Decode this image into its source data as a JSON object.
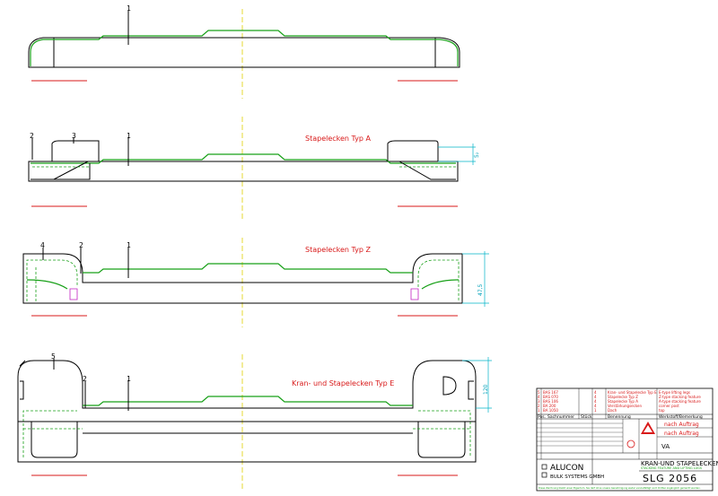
{
  "views": [
    {
      "title": "",
      "part_labels": [
        "1"
      ]
    },
    {
      "title": "Stapelecken Typ A",
      "part_labels": [
        "2",
        "3",
        "1"
      ],
      "dim": "5₂"
    },
    {
      "title": "Stapelecken Typ Z",
      "part_labels": [
        "4",
        "2",
        "1"
      ],
      "dim": "47,5"
    },
    {
      "title": "Kran- und Stapelecken Typ E",
      "part_labels": [
        "5",
        "2",
        "1"
      ],
      "dim": "120"
    }
  ],
  "title_block": {
    "rows": [
      {
        "no": "5",
        "code": "BAS 167",
        "qty": "4",
        "desc": "Kran- und Stapelecke Typ E",
        "note": "E-type lifting legs"
      },
      {
        "no": "4",
        "code": "BAS 070",
        "qty": "4",
        "desc": "Stapelecke Typ Z",
        "note": "Z-type stacking feature"
      },
      {
        "no": "3",
        "code": "BAS 106",
        "qty": "4",
        "desc": "Stapelecke Typ A",
        "note": "A-type stacking feature"
      },
      {
        "no": "2",
        "code": "BA 200",
        "qty": "4",
        "desc": "Verstärkungsecken",
        "note": "corner post"
      },
      {
        "no": "1",
        "code": "BA 1050",
        "qty": "1",
        "desc": "Dach",
        "note": "top"
      }
    ],
    "header": {
      "pos": "Pos.",
      "code": "Sachnummer",
      "qty": "Stück",
      "desc": "Benennung",
      "note": "Werkstoff/Bemerkung"
    },
    "material_1": "nach Auftrag",
    "material_2": "nach Auftrag",
    "scale": "VA",
    "company_line1": "ALUCON",
    "company_line2": "BULK SYSTEMS GMBH",
    "drawing_title": "KRAN-UND STAPELECKEN",
    "drawing_subtitle": "STACKING FEATURE AND LIFTING LUGS",
    "drawing_no": "SLG 2056",
    "footer_text": "Diese Zeichnung bleibt unser Eigentum. Sie darf ohne unsere Genehmigung weder vervielfältigt noch Dritten zugänglich gemacht werden."
  }
}
